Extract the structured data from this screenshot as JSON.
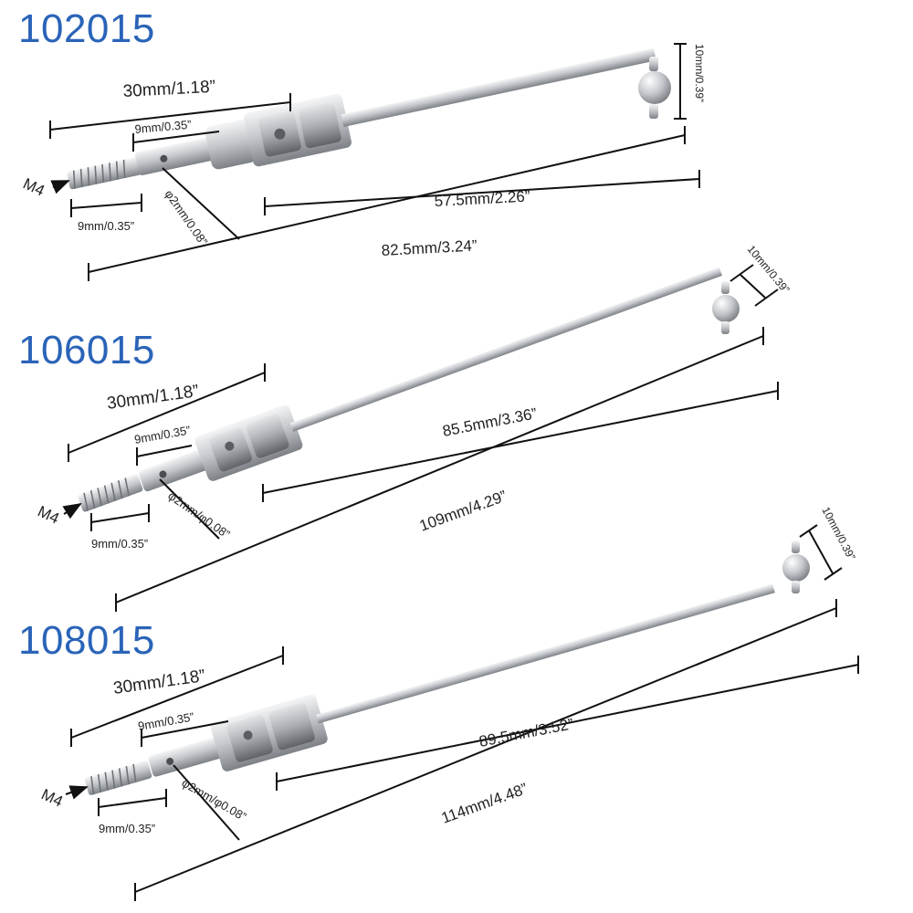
{
  "colors": {
    "code": "#2a64b8",
    "metal": "#c9ccd0",
    "line": "#111111"
  },
  "shafts": [
    {
      "code": "102015",
      "thread": "M4",
      "thread_len": "9mm/0.35”",
      "hole": "φ2mm/0.08”",
      "neck": "9mm/0.35”",
      "cup": "30mm/1.18”",
      "shaft_len": "57.5mm/2.26”",
      "total_len": "82.5mm/3.24”",
      "ball": "10mm/0.39”"
    },
    {
      "code": "106015",
      "thread": "M4",
      "thread_len": "9mm/0.35”",
      "hole": "φ2mm/φ0.08”",
      "neck": "9mm/0.35”",
      "cup": "30mm/1.18”",
      "shaft_len": "85.5mm/3.36”",
      "total_len": "109mm/4.29”",
      "ball": "10mm/0.39”"
    },
    {
      "code": "108015",
      "thread": "M4",
      "thread_len": "9mm/0.35”",
      "hole": "φ2mm/φ0.08”",
      "neck": "9mm/0.35”",
      "cup": "30mm/1.18”",
      "shaft_len": "89.5mm/3.52”",
      "total_len": "114mm/4.48”",
      "ball": "10mm/0.39”"
    }
  ]
}
